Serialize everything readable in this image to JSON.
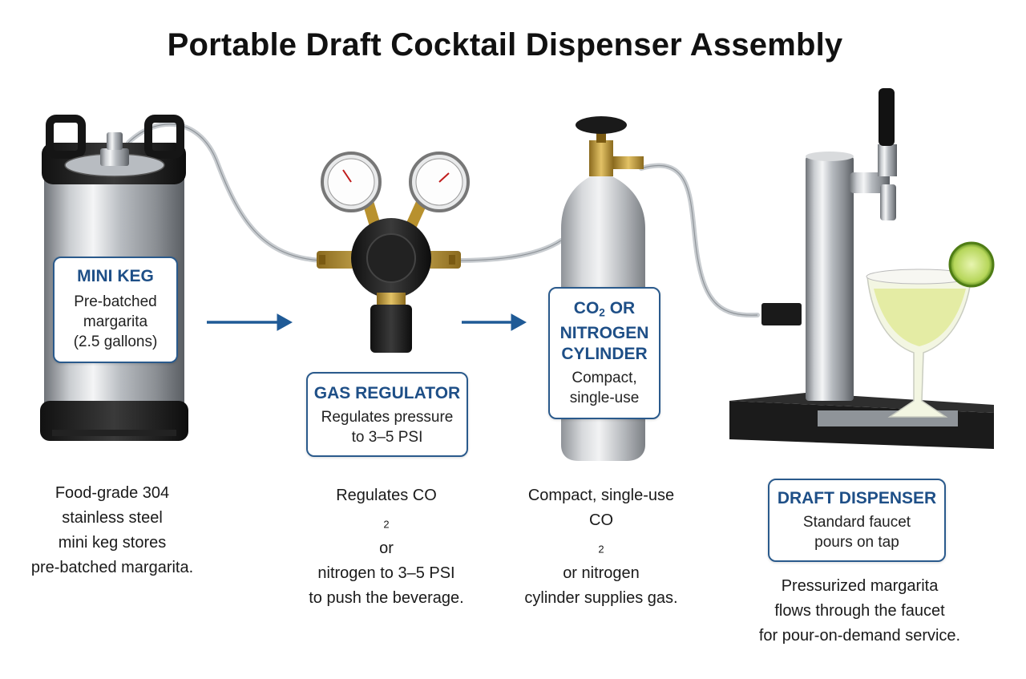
{
  "title": "Portable Draft Cocktail Dispenser Assembly",
  "keg": {
    "heading": "MINI KEG",
    "lines": [
      "Pre-batched",
      "margarita",
      "(2.5 gallons)"
    ],
    "caption": [
      "Food-grade 304",
      "stainless steel",
      "mini keg stores",
      "pre-batched margarita."
    ]
  },
  "regulator": {
    "heading": "GAS REGULATOR",
    "lines": [
      "Regulates pressure",
      "to 3–5 PSI"
    ],
    "caption_line1_pre": "Regulates CO",
    "caption_line1_sub": "2",
    "caption_line1_post": " or",
    "caption": [
      "nitrogen to 3–5 PSI",
      "to push the beverage."
    ]
  },
  "cylinder": {
    "heading_pre": "CO",
    "heading_sub": "2",
    "heading_post": " OR",
    "heading_lines": [
      "NITROGEN",
      "CYLINDER"
    ],
    "lines": [
      "Compact,",
      "single-use"
    ],
    "caption_line1": "Compact, single-use",
    "caption_line2_pre": "CO",
    "caption_line2_sub": "2",
    "caption_line2_post": " or nitrogen",
    "caption_line3": "cylinder supplies gas."
  },
  "dispenser": {
    "heading": "DRAFT DISPENSER",
    "lines": [
      "Standard faucet",
      "pours on tap"
    ],
    "caption": [
      "Pressurized margarita",
      "flows through the faucet",
      "for pour-on-demand service."
    ]
  },
  "colors": {
    "accent": "#1e4f87",
    "arrow": "#1f5a96",
    "border": "#2a5a8c"
  },
  "icons": [
    "mini-keg-icon",
    "gas-regulator-icon",
    "pressure-gauge-icon",
    "co2-cylinder-icon",
    "draft-tower-icon",
    "margarita-glass-icon",
    "flow-arrow-icon"
  ]
}
